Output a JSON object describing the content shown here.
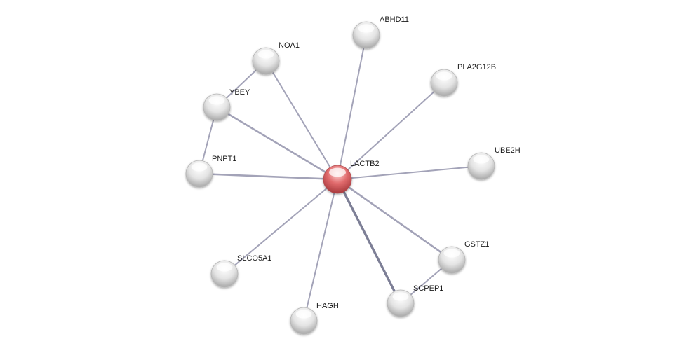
{
  "network": {
    "center": "LACTB2",
    "nodes": [
      {
        "id": "LACTB2",
        "label": "LACTB2",
        "query": true
      },
      {
        "id": "ABHD11",
        "label": "ABHD11"
      },
      {
        "id": "NOA1",
        "label": "NOA1"
      },
      {
        "id": "PLA2G12B",
        "label": "PLA2G12B"
      },
      {
        "id": "YBEY",
        "label": "YBEY"
      },
      {
        "id": "PNPT1",
        "label": "PNPT1"
      },
      {
        "id": "UBE2H",
        "label": "UBE2H"
      },
      {
        "id": "GSTZ1",
        "label": "GSTZ1"
      },
      {
        "id": "SLCO5A1",
        "label": "SLCO5A1"
      },
      {
        "id": "SCPEP1",
        "label": "SCPEP1"
      },
      {
        "id": "HAGH",
        "label": "HAGH"
      }
    ],
    "edges": [
      {
        "source": "LACTB2",
        "target": "ABHD11",
        "strength": "weak"
      },
      {
        "source": "LACTB2",
        "target": "NOA1",
        "strength": "weak"
      },
      {
        "source": "LACTB2",
        "target": "PLA2G12B",
        "strength": "weak"
      },
      {
        "source": "LACTB2",
        "target": "YBEY",
        "strength": "medium"
      },
      {
        "source": "LACTB2",
        "target": "PNPT1",
        "strength": "medium"
      },
      {
        "source": "LACTB2",
        "target": "UBE2H",
        "strength": "weak"
      },
      {
        "source": "LACTB2",
        "target": "GSTZ1",
        "strength": "medium"
      },
      {
        "source": "LACTB2",
        "target": "SLCO5A1",
        "strength": "weak"
      },
      {
        "source": "LACTB2",
        "target": "SCPEP1",
        "strength": "strong"
      },
      {
        "source": "LACTB2",
        "target": "HAGH",
        "strength": "weak"
      },
      {
        "source": "NOA1",
        "target": "YBEY",
        "strength": "weak"
      },
      {
        "source": "YBEY",
        "target": "PNPT1",
        "strength": "weak"
      },
      {
        "source": "GSTZ1",
        "target": "SCPEP1",
        "strength": "weak"
      }
    ]
  },
  "colors": {
    "query_node": "#e0666a",
    "other_node": "#e6e6e6",
    "edge": "#a3a3b8",
    "edge_strong": "#7d7f96",
    "label": "#1a1a1a"
  }
}
